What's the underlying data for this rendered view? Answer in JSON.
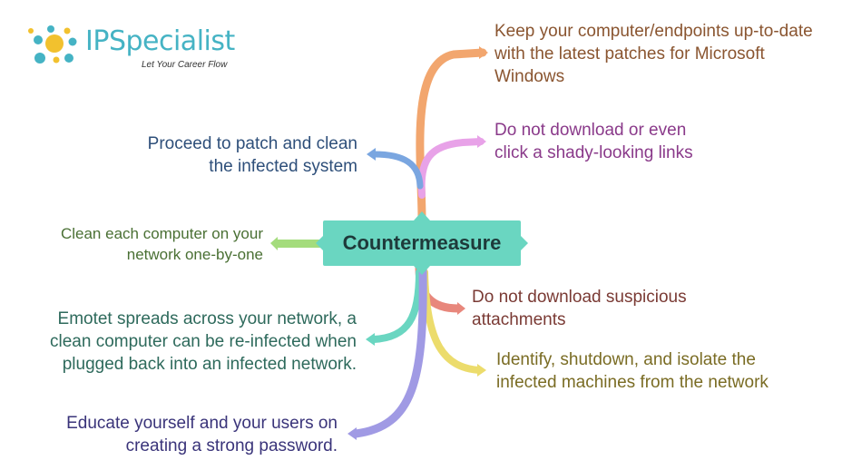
{
  "logo": {
    "word": "IPSpecialist",
    "tagline": "Let Your Career Flow"
  },
  "center": "Countermeasure",
  "branches": [
    {
      "id": "keep-updated",
      "lines": [
        "Keep your computer/endpoints up-to-date",
        "with the latest patches for Microsoft",
        "Windows"
      ],
      "color": "#f2a66e",
      "text_color": "#8a5530"
    },
    {
      "id": "shady-links",
      "lines": [
        "Do not download or even",
        "click a shady-looking links"
      ],
      "color": "#e8a2e8",
      "text_color": "#8a3a8a"
    },
    {
      "id": "suspicious-attachments",
      "lines": [
        "Do not download suspicious",
        "attachments"
      ],
      "color": "#e8877c",
      "text_color": "#7a3a34"
    },
    {
      "id": "isolate-machines",
      "lines": [
        "Identify, shutdown, and isolate the",
        "infected machines from the network"
      ],
      "color": "#ecdc6c",
      "text_color": "#7a6c24"
    },
    {
      "id": "patch-clean",
      "lines": [
        "Proceed to patch and clean",
        "the infected system"
      ],
      "color": "#7aa6e0",
      "text_color": "#2e4f7a"
    },
    {
      "id": "clean-each",
      "lines": [
        "Clean each computer on your",
        "network one-by-one"
      ],
      "color": "#a4dc7c",
      "text_color": "#4a7034"
    },
    {
      "id": "reinfection",
      "lines": [
        "Emotet spreads across your network, a",
        "clean computer can be re-infected when",
        "plugged back into an infected network."
      ],
      "color": "#6ad6c1",
      "text_color": "#2e6a5c"
    },
    {
      "id": "strong-password",
      "lines": [
        "Educate yourself and your users on",
        "creating a strong password."
      ],
      "color": "#a09ae4",
      "text_color": "#3a347a"
    }
  ]
}
